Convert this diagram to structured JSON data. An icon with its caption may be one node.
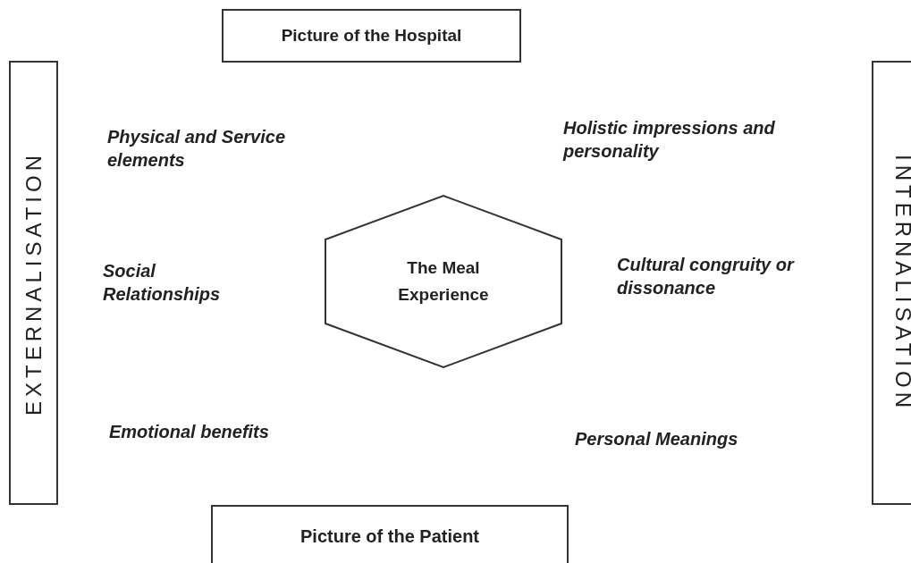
{
  "diagram": {
    "nodes": [
      {
        "text": [
          "Picture of the Hospital"
        ]
      },
      {
        "text": [
          "EXTERNALISATION"
        ]
      },
      {
        "text": [
          "INTERNALISATION"
        ]
      },
      {
        "text": [
          "The Meal Experience"
        ]
      },
      {
        "text": [
          "Picture of the Patient"
        ]
      }
    ],
    "labels": [
      "Physical and Service elements",
      "Holistic impressions and personality",
      "Social Relationships",
      "Cultural congruity or dissonance",
      "Emotional benefits",
      "Personal Meanings"
    ]
  }
}
